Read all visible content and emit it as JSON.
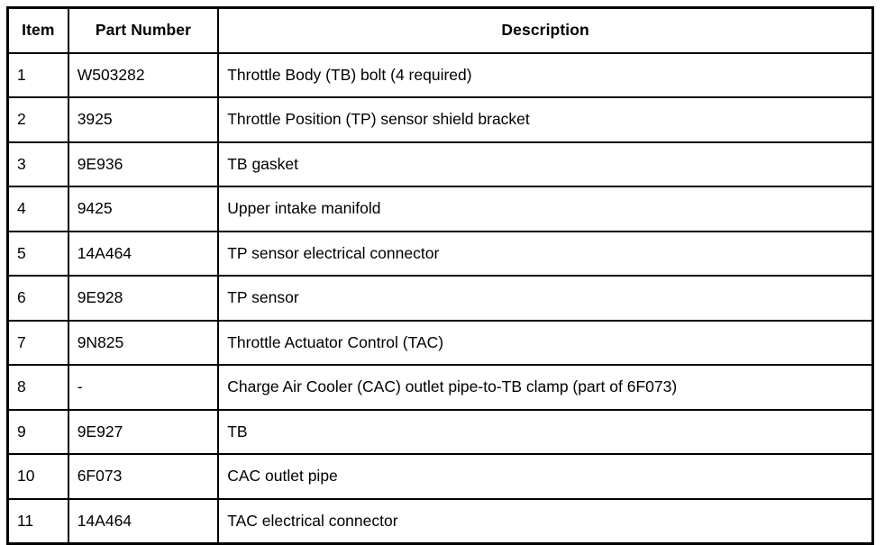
{
  "table": {
    "columns": [
      {
        "key": "item",
        "label": "Item"
      },
      {
        "key": "part_number",
        "label": "Part Number"
      },
      {
        "key": "description",
        "label": "Description"
      }
    ],
    "rows": [
      {
        "item": "1",
        "part_number": "W503282",
        "description": "Throttle Body (TB) bolt (4 required)"
      },
      {
        "item": "2",
        "part_number": "3925",
        "description": "Throttle Position (TP) sensor shield bracket"
      },
      {
        "item": "3",
        "part_number": "9E936",
        "description": "TB gasket"
      },
      {
        "item": "4",
        "part_number": "9425",
        "description": "Upper intake manifold"
      },
      {
        "item": "5",
        "part_number": "14A464",
        "description": "TP sensor electrical connector"
      },
      {
        "item": "6",
        "part_number": "9E928",
        "description": "TP sensor"
      },
      {
        "item": "7",
        "part_number": "9N825",
        "description": "Throttle Actuator Control (TAC)"
      },
      {
        "item": "8",
        "part_number": "-",
        "description": "Charge Air Cooler (CAC) outlet pipe-to-TB clamp (part of 6F073)"
      },
      {
        "item": "9",
        "part_number": "9E927",
        "description": "TB"
      },
      {
        "item": "10",
        "part_number": "6F073",
        "description": "CAC outlet pipe"
      },
      {
        "item": "11",
        "part_number": "14A464",
        "description": "TAC electrical connector"
      }
    ]
  },
  "colors": {
    "border": "#000000",
    "background": "#ffffff",
    "text": "#000000"
  }
}
